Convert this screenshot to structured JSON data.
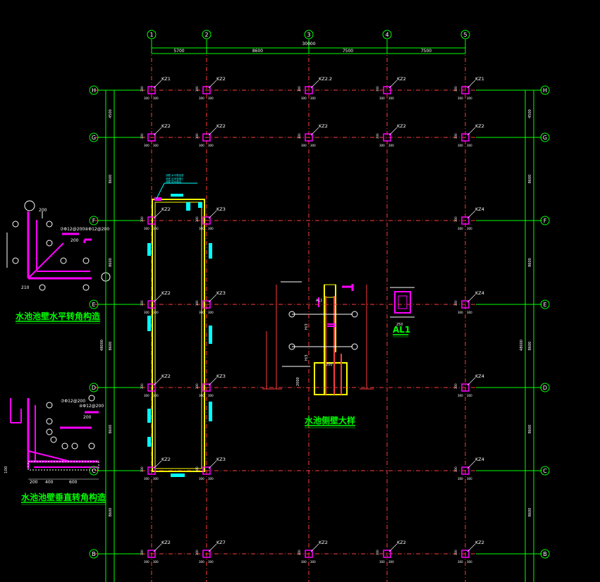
{
  "drawing": {
    "grid_cols": [
      "1",
      "2",
      "3",
      "4",
      "5"
    ],
    "grid_rows": [
      "H",
      "G",
      "F",
      "E",
      "D",
      "C",
      "B"
    ],
    "top_dims": [
      "5700",
      "8600",
      "7500",
      "7500"
    ],
    "top_total": "30000",
    "left_dims": [
      "4500",
      "8600",
      "8600",
      "8600",
      "8600",
      "8600"
    ],
    "left_total": "48000",
    "right_dims": [
      "4500",
      "8600",
      "8600",
      "8600",
      "8600",
      "8600"
    ],
    "right_total": "48000",
    "row_labels": [
      [
        "KZ1",
        "KZ2",
        "KZ2.2",
        "KZ2",
        "KZ1"
      ],
      [
        "KZ2",
        "KZ2",
        "KZ2",
        "KZ2",
        "KZ2"
      ],
      [
        "KZ2",
        "KZ3",
        "",
        "",
        "KZ4"
      ],
      [
        "KZ2",
        "KZ3",
        "",
        "",
        "KZ4"
      ],
      [
        "KZ2",
        "KZ3",
        "",
        "",
        "KZ4"
      ],
      [
        "KZ2",
        "KZ3",
        "",
        "",
        "KZ4"
      ],
      [
        "KZ2",
        "KZ7",
        "KZ2",
        "KZ2",
        "KZ2"
      ]
    ],
    "col_dim_small": "300",
    "titles": {
      "horizontal_corner": "水池池壁水平转角构造",
      "vertical_corner": "水池池壁垂直转角构造",
      "wall_detail": "水池侧壁大样",
      "al1": "AL1"
    },
    "annotations": {
      "rebar_top": "⑦Φ12@200",
      "rebar_v": "④Φ12@200",
      "dim_200": "200",
      "dim_210": "210",
      "dim_400": "400",
      "dim_600": "600",
      "dim_100": "100",
      "h3": "H/3",
      "dim_2000": "2000",
      "al1_label": "AL1",
      "dim_250": "250",
      "ann_pool_a": "池壁 水平筋加密",
      "ann_pool_b": "池底 抗渗混凝土",
      "ann_pool_c": "池壁 防水做法"
    },
    "colors": {
      "grid_line": "#ff3b3b",
      "axis": "#00ff00",
      "column": "#ff00ff",
      "pool": "#ffff00",
      "rebar": "#00ffff",
      "text": "#ffffff"
    }
  }
}
